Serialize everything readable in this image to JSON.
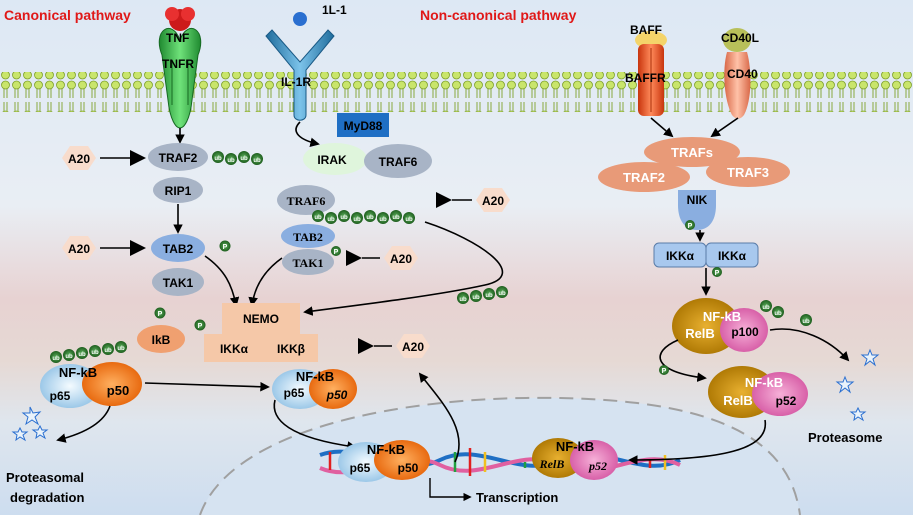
{
  "headings": {
    "canonical": "Canonical  pathway",
    "noncanonical": "Non-canonical pathway"
  },
  "ligands": {
    "tnf": "TNF",
    "tnfr": "TNFR",
    "il1": "1L-1",
    "il1r": "IL-1R",
    "baff": "BAFF",
    "baffr": "BAFFR",
    "cd40l": "CD40L",
    "cd40": "CD40"
  },
  "proteins": {
    "myd88": "MyD88",
    "irak": "IRAK",
    "traf6": "TRAF6",
    "traf2": "TRAF2",
    "rip1": "RIP1",
    "tab2": "TAB2",
    "tak1": "TAK1",
    "trafs": "TRAFs",
    "traf3": "TRAF3",
    "nik": "NIK",
    "ikka": "IKKα",
    "ikkb": "IKKβ",
    "nemo": "NEMO",
    "ikb": "IkB",
    "nfkb": "NF-kB",
    "p65": "p65",
    "p50": "p50",
    "relb": "RelB",
    "p100": "p100",
    "p52": "p52",
    "a20": "A20",
    "ub": "ub",
    "phos": "P"
  },
  "labels": {
    "proteasomal": "Proteasomal",
    "degradation": "degradation",
    "transcription": "Transcription",
    "proteasome": "Proteasome"
  },
  "colors": {
    "heading": "#e01818",
    "receptor_green": "#3bb84a",
    "receptor_blue": "#3b8fc4",
    "baffr_orange": "#f05a2a",
    "cd40_salmon": "#f08a6a",
    "grey_protein": "#a8b4c6",
    "blue_protein": "#8aaee0",
    "salmon_protein": "#e89a78",
    "nemo_fill": "#f5c8a8",
    "p50_orange": "#f07a18",
    "relb_gold": "#c8900a",
    "p100_pink": "#e878b8",
    "a20_fill": "#f8dccc",
    "ub_green": "#2f7a2f"
  }
}
